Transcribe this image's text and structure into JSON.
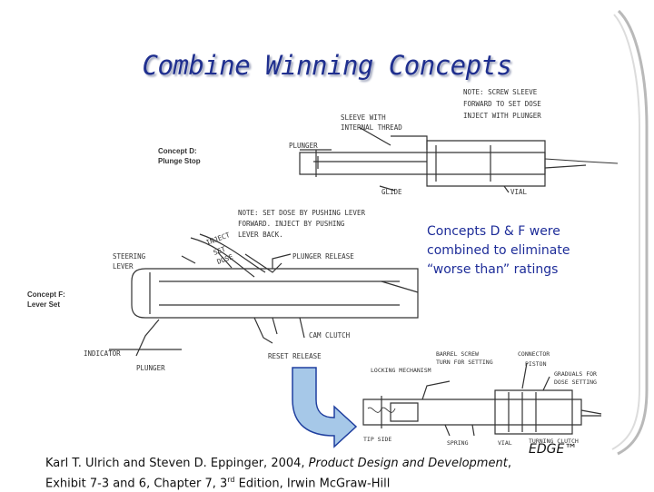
{
  "slide": {
    "title": "Combine Winning Concepts",
    "note_lines": [
      "Concepts D & F were",
      "combined to eliminate",
      "“worse than” ratings"
    ],
    "citation": {
      "authors": "Karl T. Ulrich and Steven D. Eppinger, 2004, ",
      "book": "Product Design and Development",
      "rest1": ", Exhibit 7-3 and 6, Chapter 7, 3",
      "sup": "rd",
      "rest2": " Edition, Irwin McGraw-Hill"
    },
    "brand": "EDGE™"
  },
  "sketches": {
    "concept_d": {
      "label_line1": "Concept D:",
      "label_line2": "Plunge Stop",
      "note_line1": "NOTE: SCREW SLEEVE",
      "note_line2": "FORWARD TO SET DOSE",
      "note_line3": "INJECT WITH PLUNGER",
      "sleeve_line1": "SLEEVE WITH",
      "sleeve_line2": "INTERNAL THREAD",
      "plunger": "PLUNGER",
      "glide": "GLIDE",
      "vial": "VIAL"
    },
    "concept_f": {
      "label_line1": "Concept F:",
      "label_line2": "Lever Set",
      "note_line1": "NOTE: SET DOSE BY PUSHING LEVER",
      "note_line2": "FORWARD. INJECT BY PUSHING",
      "note_line3": "LEVER BACK.",
      "steering_line1": "STEERING",
      "steering_line2": "LEVER",
      "inject_line1": "INJECT",
      "inject_line2": "SET",
      "inject_line3": "DOSE",
      "plunger_release": "PLUNGER RELEASE",
      "cam_clutch": "CAM CLUTCH",
      "indicator": "INDICATOR",
      "plunger": "PLUNGER",
      "reset_release": "RESET RELEASE"
    },
    "combined": {
      "barrel_line1": "BARREL SCREW",
      "barrel_line2": "TURN FOR SETTING",
      "locking": "LOCKING MECHANISM",
      "connector": "CONNECTOR",
      "piston": "PISTON",
      "graduals_line1": "GRADUALS FOR",
      "graduals_line2": "DOSE SETTING",
      "turning": "TURNING CLUTCH",
      "tip": "TIP SIDE",
      "spring": "SPRING",
      "vial": "VIAL"
    }
  }
}
